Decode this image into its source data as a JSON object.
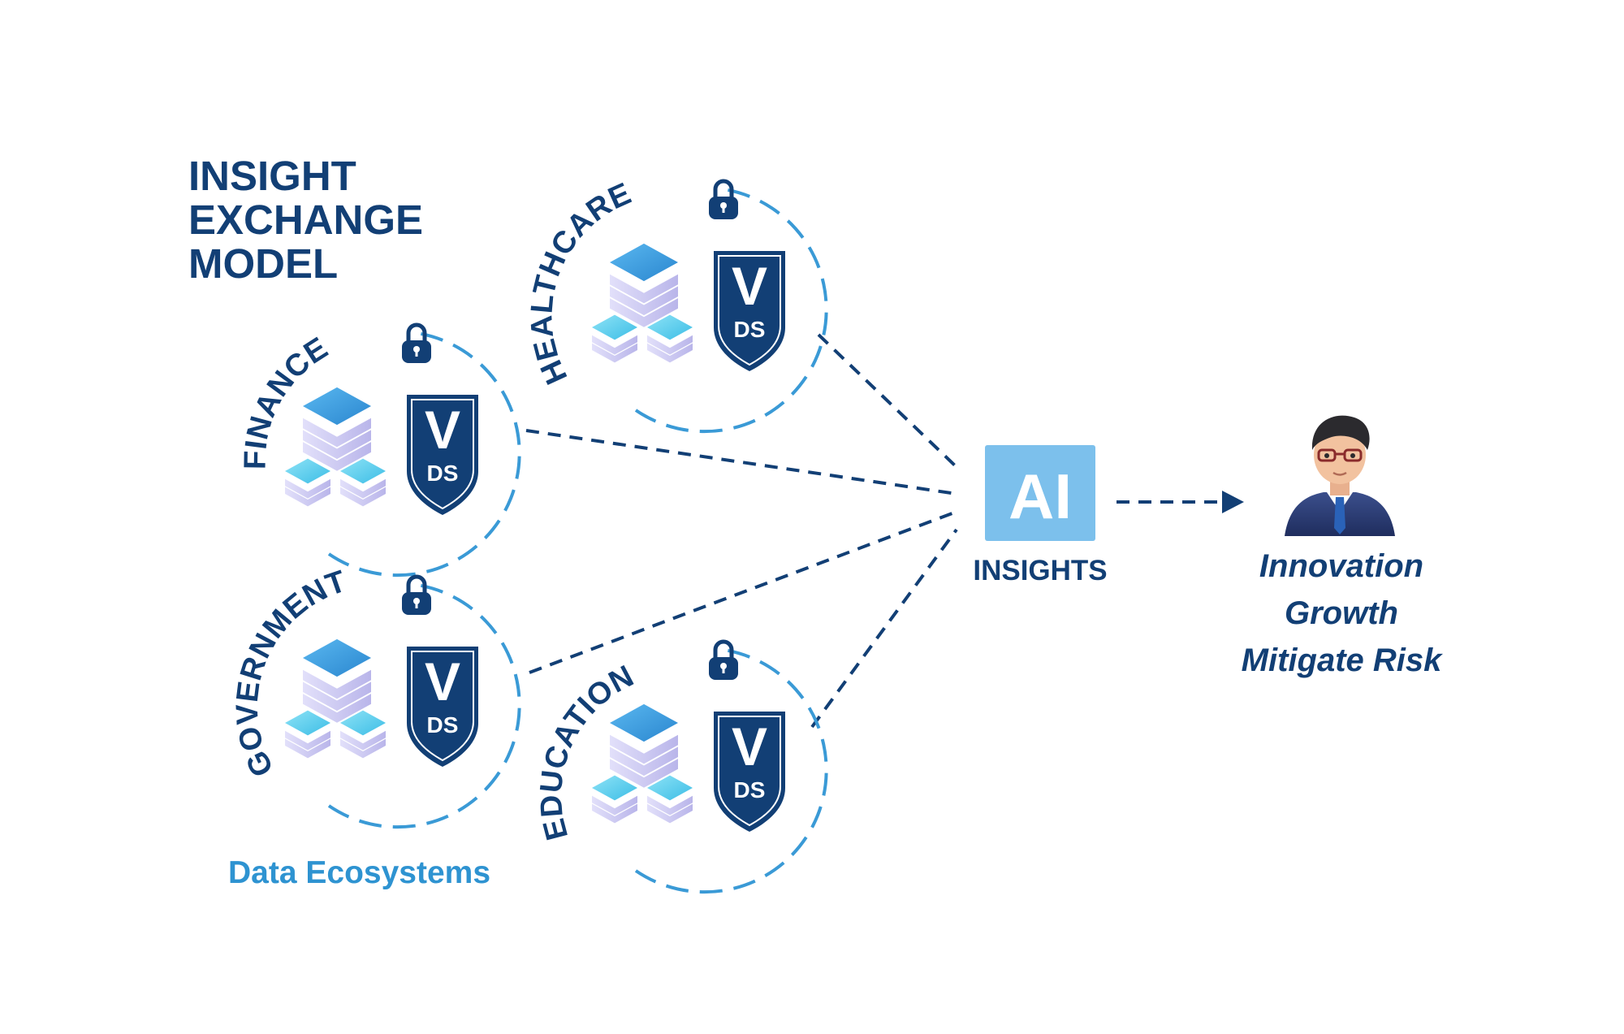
{
  "diagram": {
    "title_lines": [
      "INSIGHT",
      "EXCHANGE",
      "MODEL"
    ],
    "ecosystems": [
      {
        "id": "finance",
        "label": "FINANCE"
      },
      {
        "id": "healthcare",
        "label": "HEALTHCARE"
      },
      {
        "id": "government",
        "label": "GOVERNMENT"
      },
      {
        "id": "education",
        "label": "EDUCATION"
      }
    ],
    "badge": {
      "top": "V",
      "bottom": "DS"
    },
    "ai": {
      "label": "AI",
      "caption": "INSIGHTS"
    },
    "outcomes": [
      "Innovation",
      "Growth",
      "Mitigate Risk"
    ],
    "footer_label": "Data Ecosystems"
  },
  "colors": {
    "navy": "#123f75",
    "dashed_ring": "#3a9ad6",
    "ai_box": "#7cc0ec",
    "footer_text": "#2e93d1",
    "cube_top": "#42a4e6",
    "small_cube_top": "#5cd0ee",
    "cube_layer": "#c7c4f0"
  },
  "icons": [
    "lock-icon",
    "database-stack-icon",
    "vds-shield-icon",
    "person-avatar-icon",
    "arrow-right-icon"
  ]
}
